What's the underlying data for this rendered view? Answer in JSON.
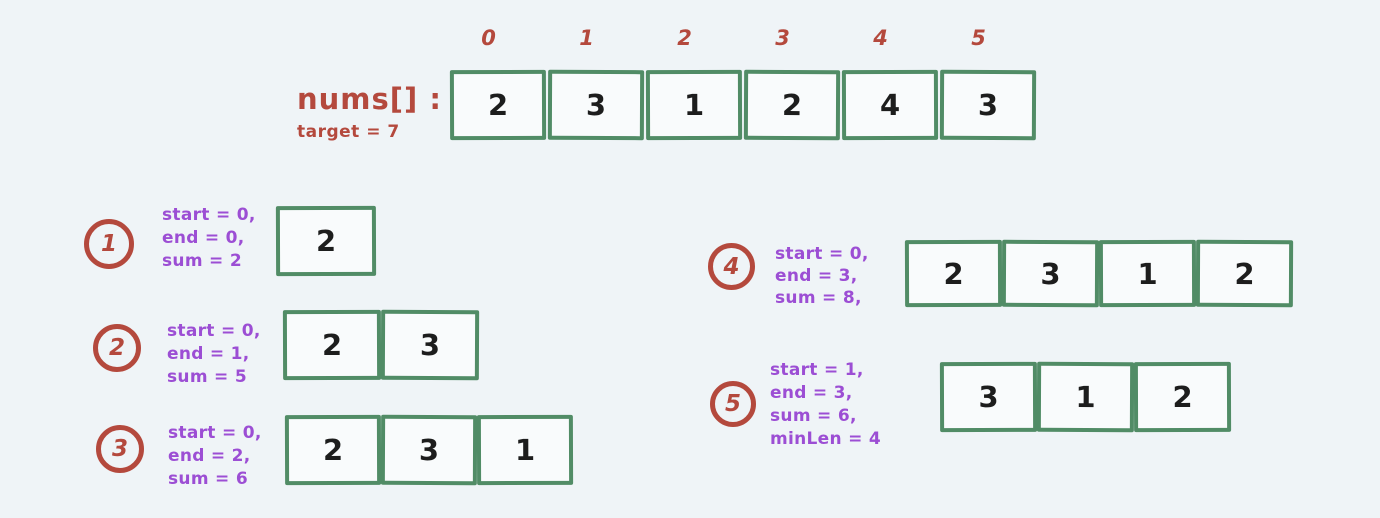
{
  "colors": {
    "accent_red": "#b4493d",
    "purple": "#9c4ed4",
    "green": "#518c66",
    "background": "#eff4f7",
    "ink": "#1d1d1d"
  },
  "header": {
    "label": "nums[] :",
    "target": "target = 7",
    "indices": [
      "0",
      "1",
      "2",
      "3",
      "4",
      "5"
    ],
    "values": [
      "2",
      "3",
      "1",
      "2",
      "4",
      "3"
    ]
  },
  "steps": [
    {
      "num": "1",
      "lines": [
        "start = 0,",
        "end = 0,",
        "sum = 2"
      ],
      "cells": [
        "2"
      ]
    },
    {
      "num": "2",
      "lines": [
        "start = 0,",
        "end = 1,",
        "sum = 5"
      ],
      "cells": [
        "2",
        "3"
      ]
    },
    {
      "num": "3",
      "lines": [
        "start = 0,",
        "end = 2,",
        "sum = 6"
      ],
      "cells": [
        "2",
        "3",
        "1"
      ]
    },
    {
      "num": "4",
      "lines": [
        "start = 0,",
        "end = 3,",
        "sum = 8,"
      ],
      "cells": [
        "2",
        "3",
        "1",
        "2"
      ]
    },
    {
      "num": "5",
      "lines": [
        "start = 1,",
        "end = 3,",
        "sum = 6,",
        "minLen = 4"
      ],
      "cells": [
        "3",
        "1",
        "2"
      ]
    }
  ]
}
